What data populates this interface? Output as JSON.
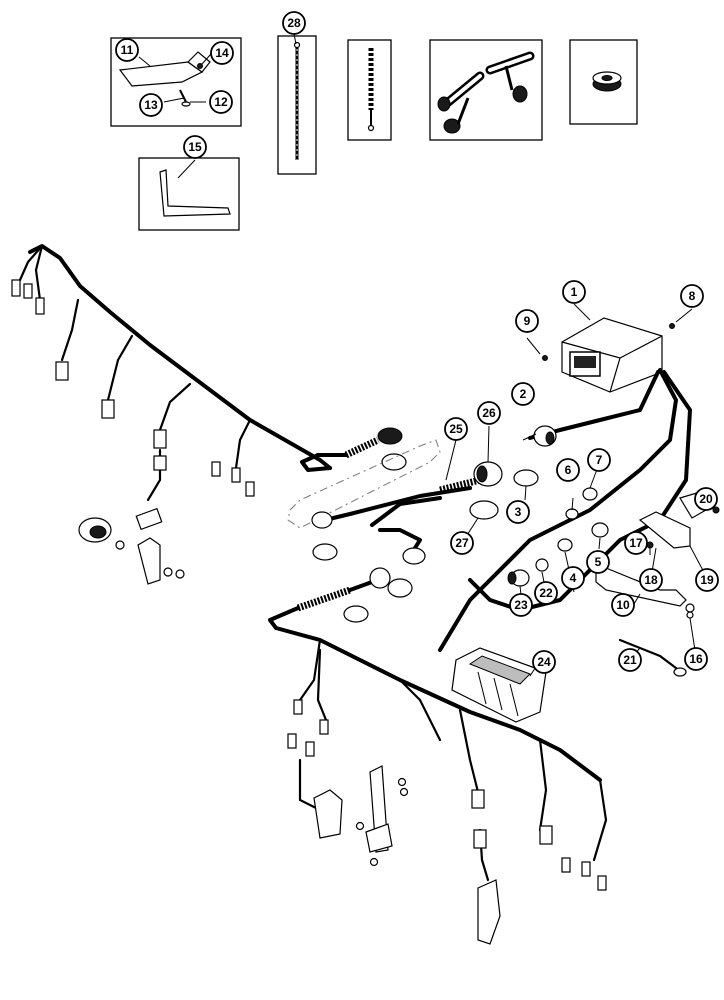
{
  "callouts": [
    {
      "label": "1"
    },
    {
      "label": "2"
    },
    {
      "label": "3"
    },
    {
      "label": "4"
    },
    {
      "label": "5"
    },
    {
      "label": "6"
    },
    {
      "label": "7"
    },
    {
      "label": "8"
    },
    {
      "label": "9"
    },
    {
      "label": "10"
    },
    {
      "label": "11"
    },
    {
      "label": "12"
    },
    {
      "label": "13"
    },
    {
      "label": "14"
    },
    {
      "label": "15"
    },
    {
      "label": "16"
    },
    {
      "label": "17"
    },
    {
      "label": "18"
    },
    {
      "label": "19"
    },
    {
      "label": "20"
    },
    {
      "label": "21"
    },
    {
      "label": "22"
    },
    {
      "label": "23"
    },
    {
      "label": "24"
    },
    {
      "label": "25"
    },
    {
      "label": "26"
    },
    {
      "label": "27"
    },
    {
      "label": "28"
    }
  ],
  "colors": {
    "ink": "#000000",
    "paper": "#ffffff"
  }
}
